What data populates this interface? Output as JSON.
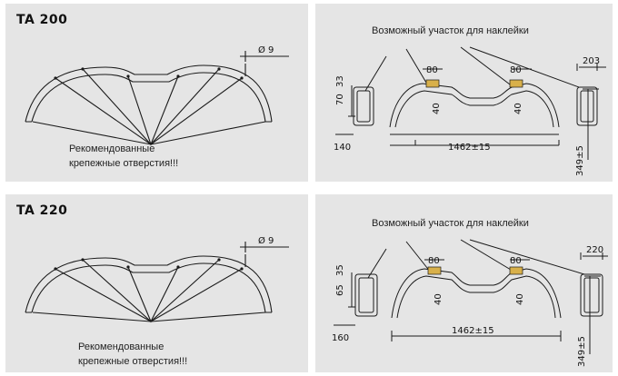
{
  "models": [
    {
      "title": "TA 200",
      "hole_label": "Ø 9",
      "recommended_line1": "Рекомендованные",
      "recommended_line2": "крепежные отверстия!!!",
      "sticker_area": "Возможный участок для наклейки",
      "dims": {
        "pad_top": "80",
        "pad_right": "80",
        "side_40_left": "40",
        "side_40_right": "40",
        "left_70": "70",
        "left_33": "33",
        "left_140": "140",
        "span": "1462±15",
        "height": "349±5",
        "right_width": "203"
      }
    },
    {
      "title": "TA 220",
      "hole_label": "Ø 9",
      "recommended_line1": "Рекомендованные",
      "recommended_line2": "крепежные отверстия!!!",
      "sticker_area": "Возможный участок для наклейки",
      "dims": {
        "pad_top": "80",
        "pad_right": "80",
        "side_40_left": "40",
        "side_40_right": "40",
        "left_70": "65",
        "left_33": "35",
        "left_140": "160",
        "span": "1462±15",
        "height": "349±5",
        "right_width": "220"
      }
    }
  ],
  "colors": {
    "panel_bg": "#e5e5e5",
    "line": "#1a1a1a",
    "pad": "#d8b04a"
  }
}
